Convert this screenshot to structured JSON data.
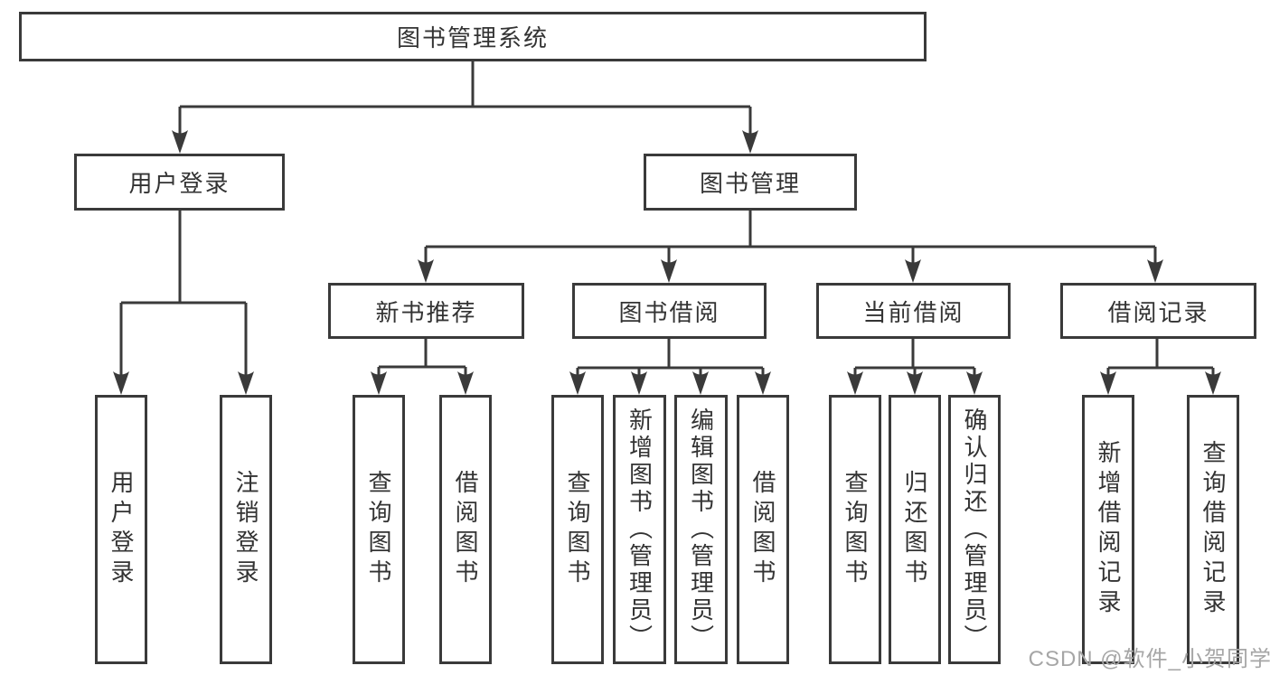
{
  "diagram": {
    "root": "图书管理系统",
    "level2": [
      "用户登录",
      "图书管理"
    ],
    "level3": [
      "新书推荐",
      "图书借阅",
      "当前借阅",
      "借阅记录"
    ],
    "leaves": {
      "user_login": [
        "用户登录",
        "注销登录"
      ],
      "new_book": [
        "查询图书",
        "借阅图书"
      ],
      "book_borrow": [
        "查询图书",
        "新增图书（管理员）",
        "编辑图书（管理员）",
        "借阅图书"
      ],
      "current_borrow": [
        "查询图书",
        "归还图书",
        "确认归还（管理员）"
      ],
      "borrow_records": [
        "新增借阅记录",
        "查询借阅记录"
      ]
    }
  },
  "watermark": "CSDN @软件_小贺同学",
  "colors": {
    "line": "#3a3a3a",
    "text": "#333333",
    "watermark": "#a6a6a6",
    "background": "#ffffff"
  }
}
